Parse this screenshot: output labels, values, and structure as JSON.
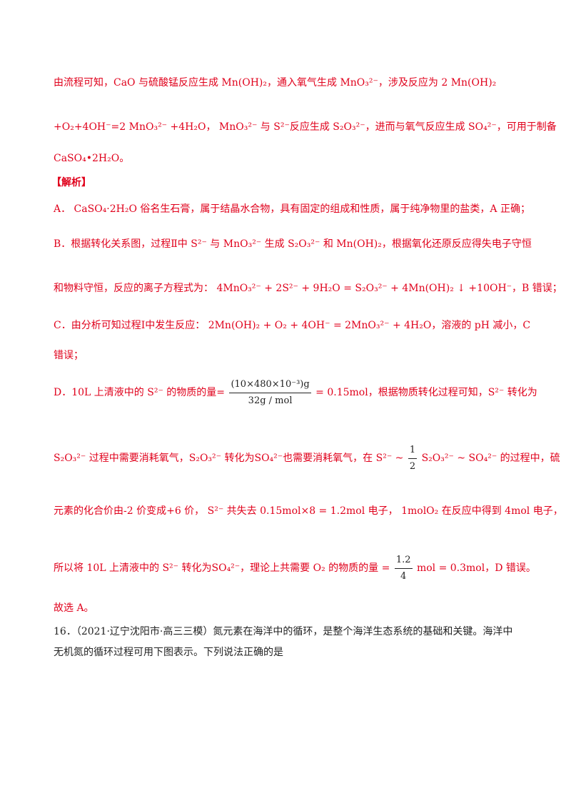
{
  "lines": [
    {
      "text": "由流程可知，CaO 与硫酸锰反应生成 Mn(OH)₂，通入氧气生成 MnO₃²⁻，涉及反应为 2 Mn(OH)₂"
    },
    {
      "text": "+O₂+4OH⁻=2 MnO₃²⁻ +4H₂O， MnO₃²⁻ 与 S²⁻反应生成 S₂O₃²⁻，进而与氧气反应生成 SO₄²⁻，可用于制备"
    },
    {
      "text": "CaSO₄•2H₂O。"
    },
    {
      "text": "【解析】"
    },
    {
      "text": "A． CaSO₄·2H₂O 俗名生石膏，属于结晶水合物，具有固定的组成和性质，属于纯净物里的盐类，A 正确；"
    },
    {
      "text": "B．根据转化关系图，过程Ⅱ中 S²⁻ 与 MnO₃²⁻ 生成 S₂O₃²⁻ 和 Mn(OH)₂，根据氧化还原反应得失电子守恒"
    },
    {
      "text": "和物料守恒，反应的离子方程式为： 4MnO₃²⁻ + 2S²⁻ + 9H₂O = S₂O₃²⁻ + 4Mn(OH)₂ ↓ +10OH⁻，B 错误；"
    },
    {
      "text": "C．由分析可知过程Ⅰ中发生反应： 2Mn(OH)₂ + O₂ + 4OH⁻ = 2MnO₃²⁻ + 4H₂O，溶液的 pH 减小，C"
    },
    {
      "text": "错误；"
    },
    {
      "text_before": "D．10L 上清液中的 S²⁻ 的物质的量=",
      "frac_num": "(10×480×10⁻³)g",
      "frac_den": "32g / mol",
      "text_after": "= 0.15mol，根据物质转化过程可知，S²⁻ 转化为"
    },
    {
      "text_before": "S₂O₃²⁻ 过程中需要消耗氧气，S₂O₃²⁻ 转化为SO₄²⁻也需要消耗氧气，在 S²⁻ ~ ",
      "frac_num": "1",
      "frac_den": "2",
      "text_after": "S₂O₃²⁻ ~ SO₄²⁻ 的过程中，硫"
    },
    {
      "text": "元素的化合价由-2 价变成+6 价， S²⁻ 共失去 0.15mol×8 = 1.2mol 电子， 1molO₂ 在反应中得到 4mol 电子，"
    },
    {
      "text_before": "所以将 10L 上清液中的 S²⁻ 转化为SO₄²⁻，理论上共需要 O₂ 的物质的量 = ",
      "frac_num": "1.2",
      "frac_den": "4",
      "text_after": "mol = 0.3mol，D 错误。"
    },
    {
      "text": "故选 A。"
    }
  ],
  "question": {
    "line1": "16．（2021·辽宁沈阳市·高三三模）氮元素在海洋中的循环，是整个海洋生态系统的基础和关键。海洋中",
    "line2": "无机氮的循环过程可用下图表示。下列说法正确的是"
  }
}
